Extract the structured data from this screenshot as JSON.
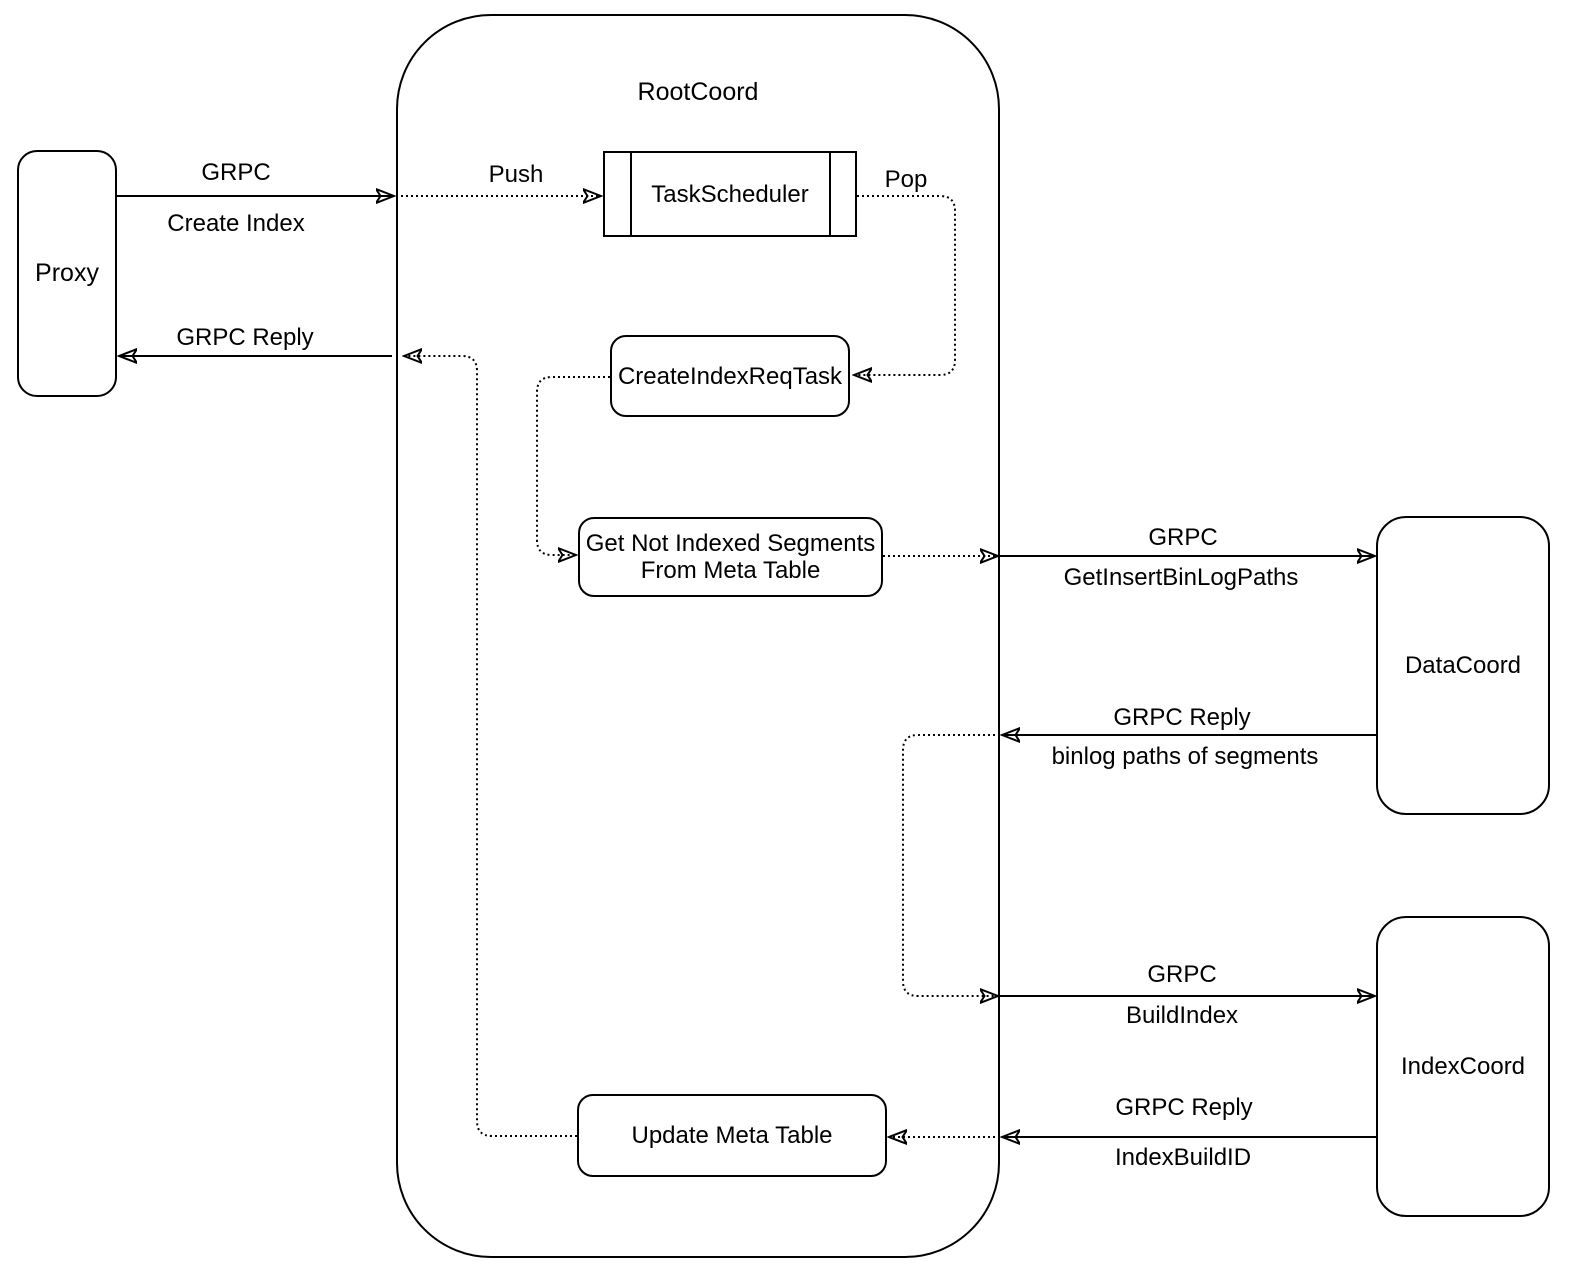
{
  "nodes": {
    "root_coord": "RootCoord",
    "proxy": "Proxy",
    "task_scheduler": "TaskScheduler",
    "create_index_req_task": "CreateIndexReqTask",
    "get_not_indexed_line1": "Get Not Indexed Segments",
    "get_not_indexed_line2": "From Meta Table",
    "update_meta_table": "Update Meta Table",
    "data_coord": "DataCoord",
    "index_coord": "IndexCoord"
  },
  "edges": {
    "create_index": {
      "line1": "GRPC",
      "line2": "Create Index"
    },
    "push": "Push",
    "pop": "Pop",
    "get_insert_binlog": {
      "line1": "GRPC",
      "line2": "GetInsertBinLogPaths"
    },
    "binlog_reply": {
      "line1": "GRPC Reply",
      "line2": "binlog paths of segments"
    },
    "build_index": {
      "line1": "GRPC",
      "line2": "BuildIndex"
    },
    "index_build_reply": {
      "line1": "GRPC Reply",
      "line2": "IndexBuildID"
    },
    "grpc_reply_proxy": "GRPC Reply"
  },
  "colors": {
    "stroke": "#000000",
    "background": "#ffffff"
  }
}
